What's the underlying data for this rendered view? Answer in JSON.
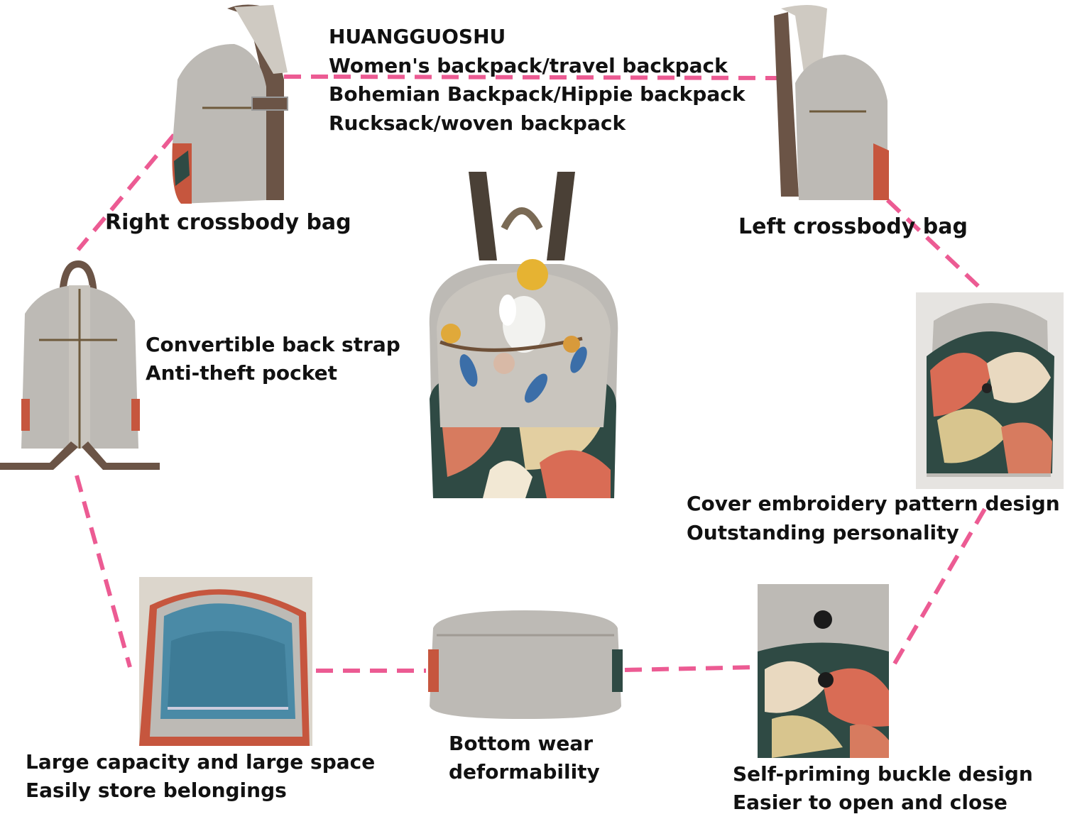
{
  "brand": "HUANGGUOSHU",
  "product_lines": [
    "Women's backpack/travel backpack",
    "Bohemian Backpack/Hippie backpack",
    "Rucksack/woven backpack"
  ],
  "labels": {
    "right_crossbody": "Right crossbody bag",
    "left_crossbody": "Left crossbody bag",
    "convertible_1": "Convertible back strap",
    "convertible_2": "Anti-theft pocket",
    "cover_1": "Cover embroidery pattern design",
    "cover_2": "Outstanding personality",
    "capacity_1": "Large capacity and large space",
    "capacity_2": "Easily store belongings",
    "bottom_1": "Bottom wear",
    "bottom_2": "deformability",
    "buckle_1": "Self-priming buckle design",
    "buckle_2": "Easier to open and close"
  },
  "colors": {
    "connector": "#ec5b93",
    "linen": "#bdbab5",
    "strap": "#6b5446",
    "lining": "#4a8aa6"
  }
}
